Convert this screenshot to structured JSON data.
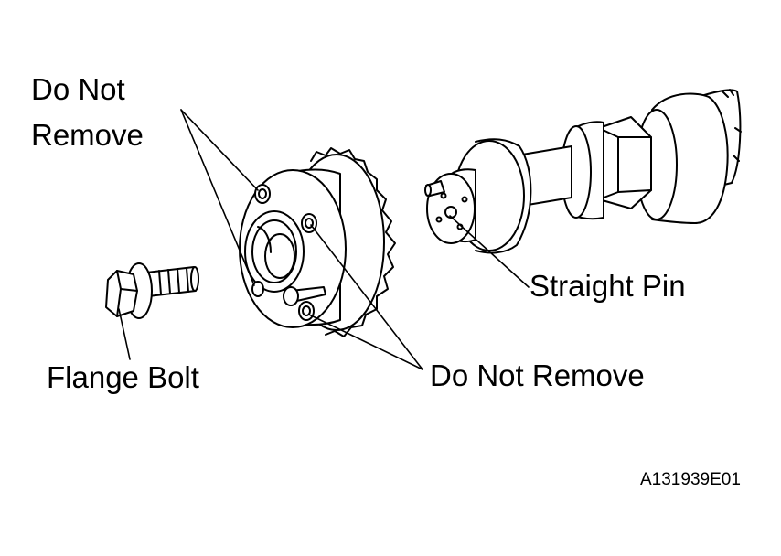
{
  "labels": {
    "do_not_remove_top_line1": "Do Not",
    "do_not_remove_top_line2": "Remove",
    "do_not_remove_bottom": "Do Not Remove",
    "straight_pin": "Straight Pin",
    "flange_bolt": "Flange Bolt",
    "figure_id": "A131939E01"
  }
}
